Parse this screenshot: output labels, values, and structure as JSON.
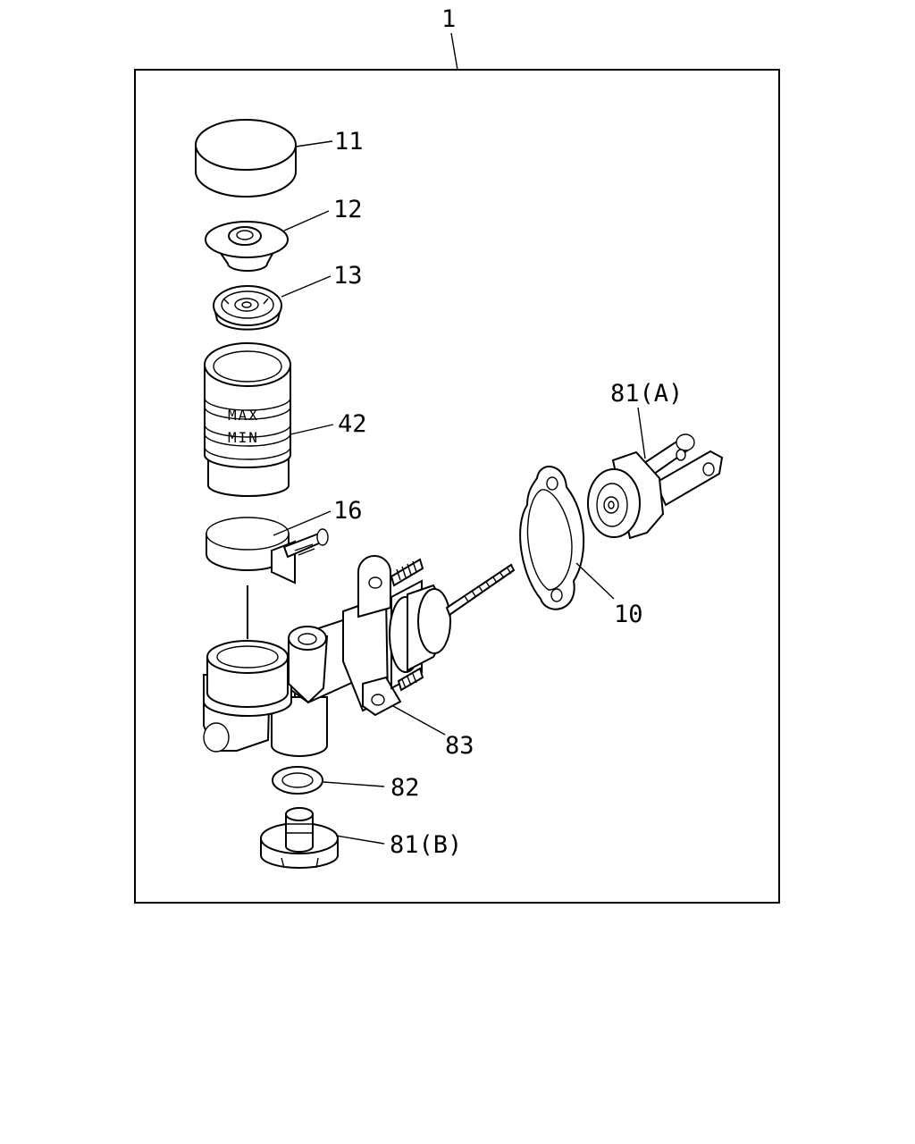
{
  "assembly": {
    "callout": "1"
  },
  "parts": [
    {
      "id": "cap",
      "callout": "11"
    },
    {
      "id": "diaphragm",
      "callout": "12"
    },
    {
      "id": "seal",
      "callout": "13"
    },
    {
      "id": "reservoir",
      "callout": "42"
    },
    {
      "id": "band",
      "callout": "16"
    },
    {
      "id": "gasket",
      "callout": "10"
    },
    {
      "id": "push-rod-boot",
      "callout": "81(A)"
    },
    {
      "id": "bolt-nut",
      "callout": "83"
    },
    {
      "id": "washer",
      "callout": "82"
    },
    {
      "id": "union",
      "callout": "81(B)"
    }
  ],
  "reservoir_marks": {
    "max": "MAX",
    "min": "MIN"
  }
}
